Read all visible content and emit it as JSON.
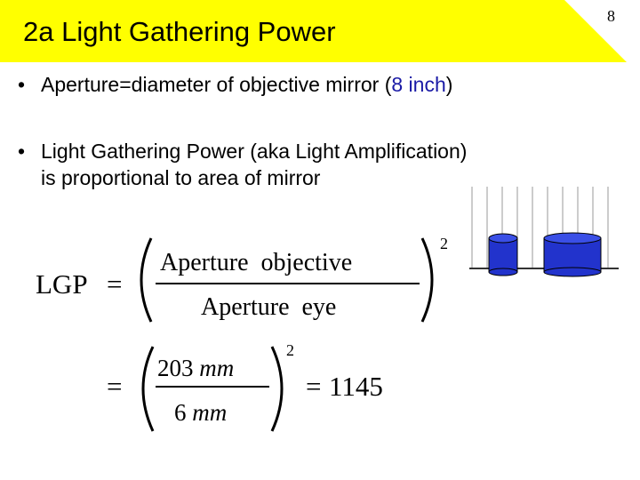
{
  "slide": {
    "title": "2a Light Gathering Power",
    "number": "8",
    "accent_color": "#ffff00"
  },
  "bullets": [
    {
      "marker": "•",
      "prefix": "Aperture=diameter of objective mirror (",
      "highlight": "8 inch",
      "suffix": ")",
      "highlight_color": "#1a1aa6"
    },
    {
      "marker": "•",
      "line1": "Light Gathering Power (aka Light Amplification)",
      "line2": "is proportional to area of mirror"
    }
  ],
  "equation1": {
    "lhs": "LGP",
    "equals": "=",
    "numerator": "Aperture  objective",
    "denominator": "Aperture  eye",
    "exponent": "2"
  },
  "equation2": {
    "equals": "=",
    "numerator_value": "203",
    "numerator_unit": "mm",
    "denominator_value": "6",
    "denominator_unit": "mm",
    "exponent": "2",
    "result_equals": "=",
    "result": "1145"
  },
  "illustration": {
    "cylinder_color": "#2233cc",
    "line_color": "#999999"
  }
}
